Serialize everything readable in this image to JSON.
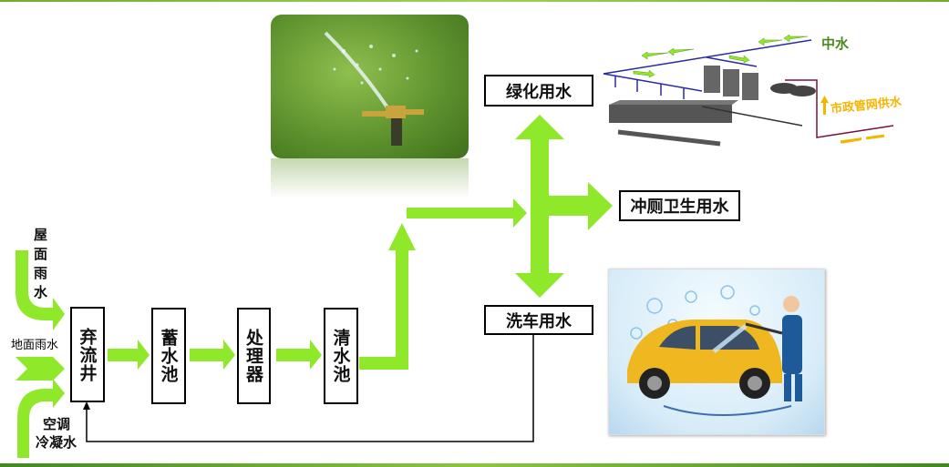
{
  "sources": {
    "roof_rain": "屋面雨水",
    "ground_rain": "地面雨水",
    "ac_condensate_line1": "空调",
    "ac_condensate_line2": "冷凝水"
  },
  "process": [
    {
      "label": "弃流井"
    },
    {
      "label": "蓄水池"
    },
    {
      "label": "处理器"
    },
    {
      "label": "清水池"
    }
  ],
  "uses": {
    "greening": "绿化用水",
    "toilet": "冲厕卫生用水",
    "car_wash": "洗车用水"
  },
  "pipe_diagram": {
    "reclaimed_water": "中水",
    "municipal_supply": "市政管网供水"
  },
  "colors": {
    "arrow_green": "#8fe82a",
    "reclaimed": "#4a8a1c",
    "municipal": "#f5b400"
  }
}
